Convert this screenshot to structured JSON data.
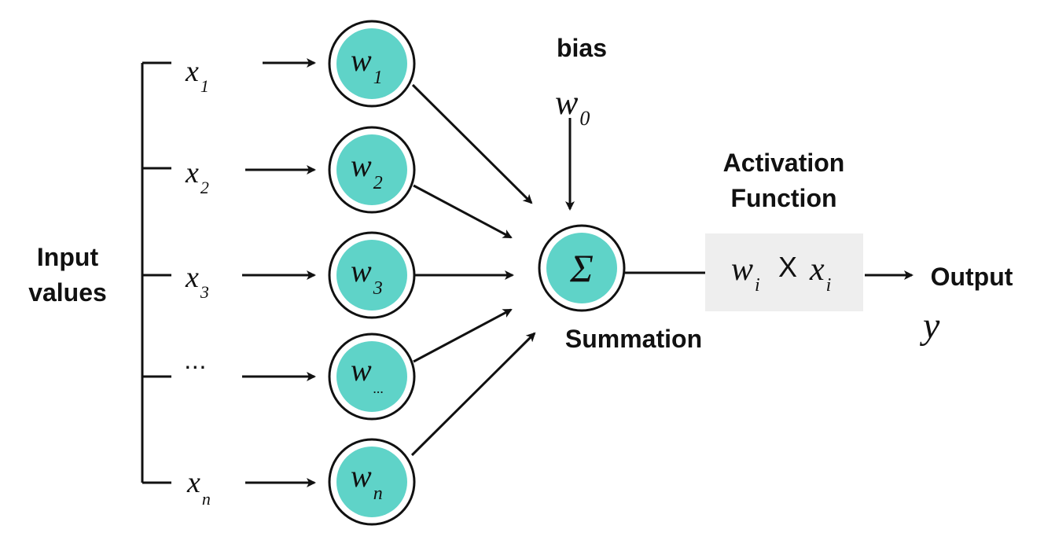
{
  "labels": {
    "input_values_line1": "Input",
    "input_values_line2": "values",
    "bias": "bias",
    "activation_line1": "Activation",
    "activation_line2": "Function",
    "summation": "Summation",
    "output": "Output"
  },
  "inputs": [
    {
      "base": "x",
      "sub": "1"
    },
    {
      "base": "x",
      "sub": "2"
    },
    {
      "base": "x",
      "sub": "3"
    },
    {
      "base": "⋅⋅⋅",
      "sub": ""
    },
    {
      "base": "x",
      "sub": "n"
    }
  ],
  "weights": [
    {
      "base": "w",
      "sub": "1"
    },
    {
      "base": "w",
      "sub": "2"
    },
    {
      "base": "w",
      "sub": "3"
    },
    {
      "base": "w",
      "sub": "..."
    },
    {
      "base": "w",
      "sub": "n"
    }
  ],
  "bias_weight": {
    "base": "w",
    "sub": "0"
  },
  "sum_symbol": "Σ",
  "activation_formula": {
    "w_base": "w",
    "w_sub": "i",
    "times": "X",
    "x_base": "x",
    "x_sub": "i"
  },
  "output_symbol": "y",
  "colors": {
    "node_fill": "#5fd3c8",
    "activation_box": "#eeeeee",
    "stroke": "#111111"
  },
  "icons": {
    "arrow": "arrow-right-icon"
  }
}
